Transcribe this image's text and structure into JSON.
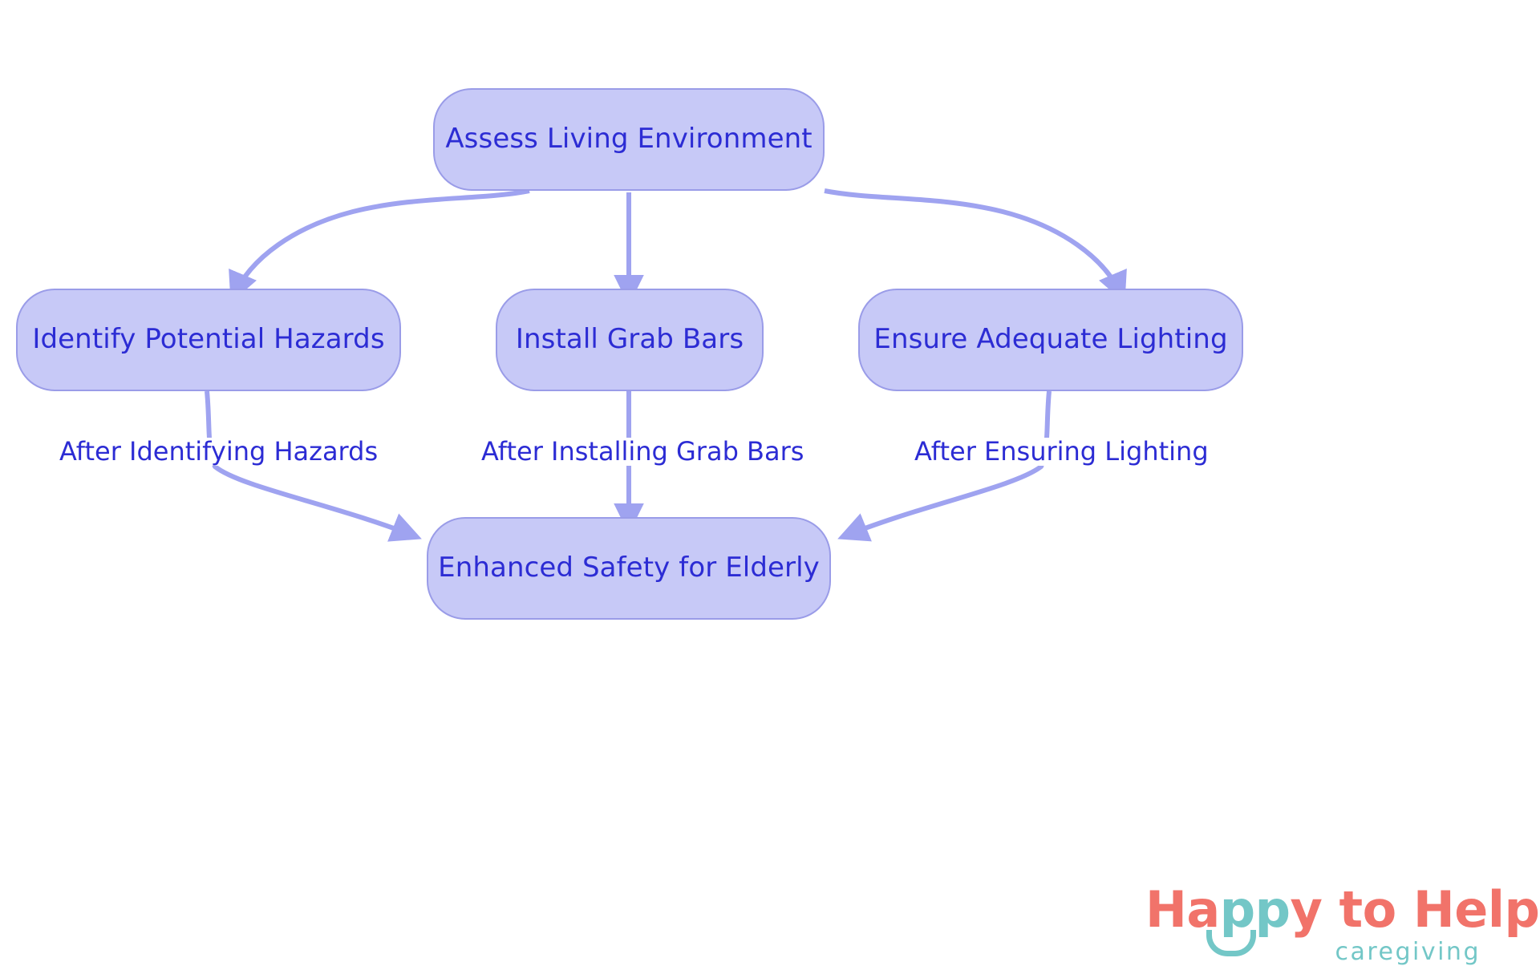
{
  "diagram": {
    "type": "flowchart",
    "background_color": "#FFFFFF",
    "node_fill": "#C7C9F7",
    "node_stroke": "#9A9CE8",
    "node_text_color": "#2C2CD4",
    "edge_color": "#9FA3F0",
    "nodes": [
      {
        "id": "assess",
        "label": "Assess Living Environment"
      },
      {
        "id": "hazards",
        "label": "Identify Potential Hazards"
      },
      {
        "id": "grabbars",
        "label": "Install Grab Bars"
      },
      {
        "id": "lighting",
        "label": "Ensure Adequate Lighting"
      },
      {
        "id": "safety",
        "label": "Enhanced Safety for Elderly"
      }
    ],
    "edges": [
      {
        "from": "assess",
        "to": "hazards",
        "label": ""
      },
      {
        "from": "assess",
        "to": "grabbars",
        "label": ""
      },
      {
        "from": "assess",
        "to": "lighting",
        "label": ""
      },
      {
        "from": "hazards",
        "to": "safety",
        "label": "After Identifying Hazards"
      },
      {
        "from": "grabbars",
        "to": "safety",
        "label": "After Installing Grab Bars"
      },
      {
        "from": "lighting",
        "to": "safety",
        "label": "After Ensuring Lighting"
      }
    ]
  },
  "edge_labels": {
    "hazards_to_safety": "After Identifying Hazards",
    "grabbars_to_safety": "After Installing Grab Bars",
    "lighting_to_safety": "After Ensuring Lighting"
  },
  "logo": {
    "word_happy": "Ha",
    "word_pp": "pp",
    "word_y": "y to Help",
    "tagline": "caregiving",
    "color_coral": "#F1736A",
    "color_teal": "#73C7C7"
  }
}
